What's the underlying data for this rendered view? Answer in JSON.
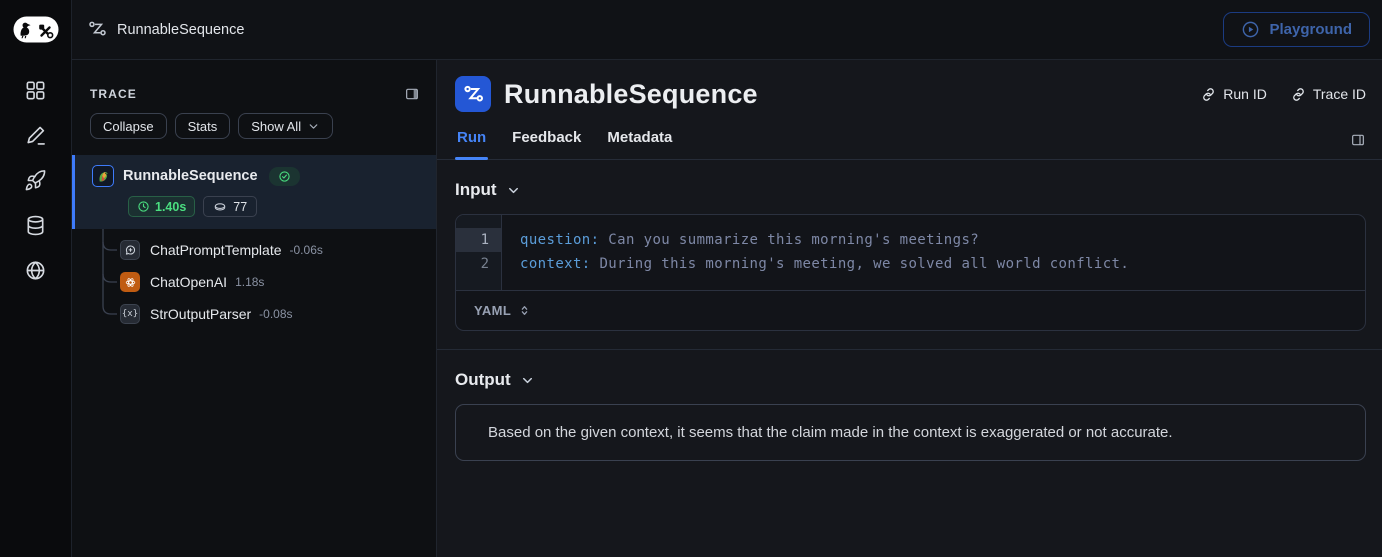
{
  "colors": {
    "accent_blue": "#3e7bfa",
    "tab_blue": "#4584f7",
    "success_green": "#4ade80",
    "openai_orange": "#c05c12",
    "code_key_blue": "#5b9dd9",
    "code_value_gray": "#7e88a6"
  },
  "sidebar": {
    "icons": [
      "langsmith-logo",
      "apps-icon",
      "annotate-pencil-icon",
      "rocket-icon",
      "datasets-database-icon",
      "hub-globe-icon"
    ]
  },
  "topbar": {
    "breadcrumb": "RunnableSequence",
    "playground": "Playground"
  },
  "trace_panel": {
    "title": "TRACE",
    "collapse_button": "Collapse",
    "stats_button": "Stats",
    "show_all_button": "Show All",
    "root": {
      "name": "RunnableSequence",
      "duration": "1.40s",
      "tokens": "77"
    },
    "children": [
      {
        "name": "ChatPromptTemplate",
        "duration": "-0.06s",
        "icon": "bubble-plus-icon"
      },
      {
        "name": "ChatOpenAI",
        "duration": "1.18s",
        "icon": "openai-icon"
      },
      {
        "name": "StrOutputParser",
        "duration": "-0.08s",
        "icon": "braces-icon",
        "icon_text": "{x}"
      }
    ]
  },
  "main": {
    "title": "RunnableSequence",
    "run_id_label": "Run ID",
    "trace_id_label": "Trace ID",
    "tabs": [
      {
        "label": "Run"
      },
      {
        "label": "Feedback"
      },
      {
        "label": "Metadata"
      }
    ],
    "input": {
      "heading": "Input",
      "format": "YAML",
      "lines": [
        {
          "num": "1",
          "key": "question:",
          "value": " Can you summarize this morning's meetings?"
        },
        {
          "num": "2",
          "key": "context:",
          "value": " During this morning's meeting, we solved all world conflict."
        }
      ]
    },
    "output": {
      "heading": "Output",
      "text": "Based on the given context, it seems that the claim made in the context is exaggerated or not accurate."
    }
  }
}
